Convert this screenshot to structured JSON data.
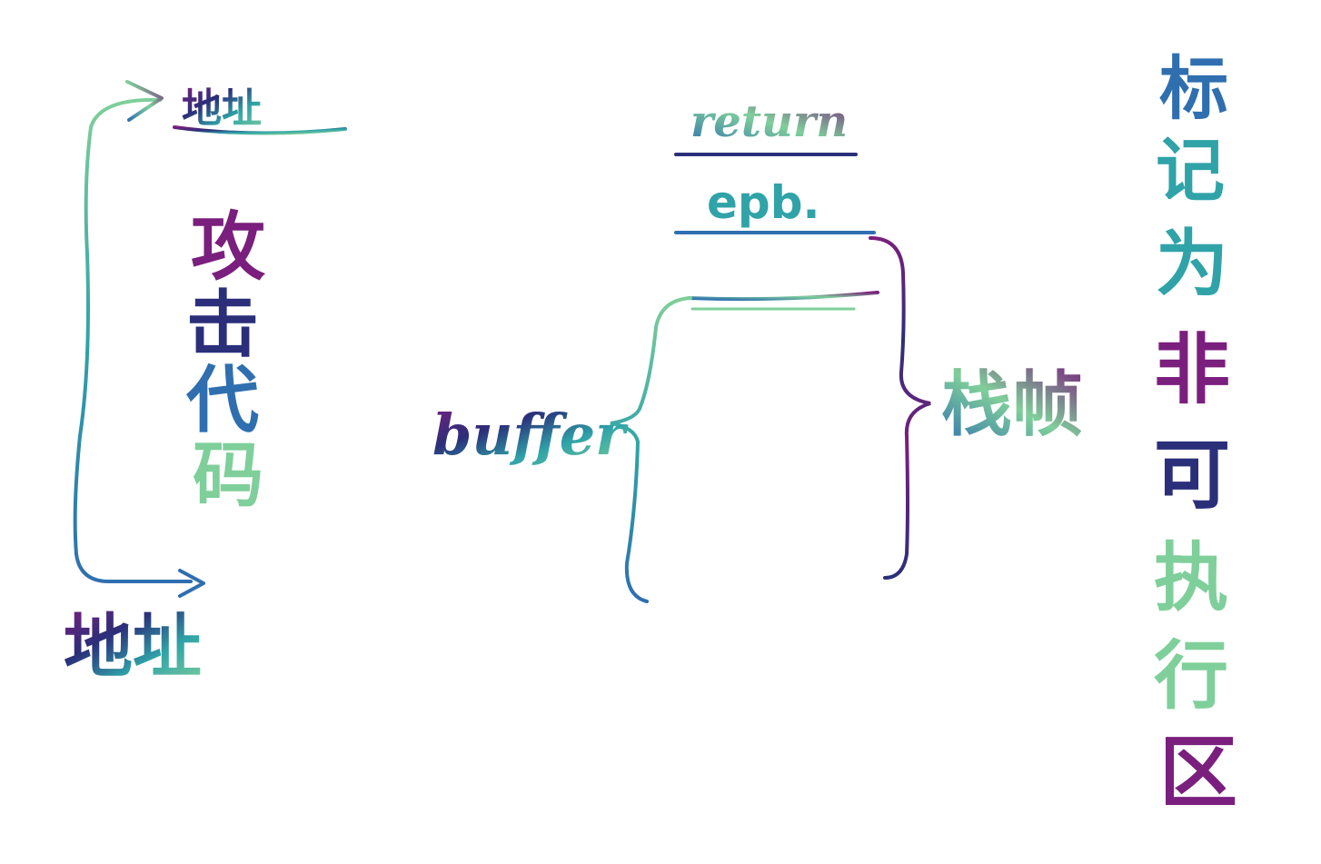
{
  "left_box": {
    "top_cell": "地址",
    "body_text": [
      "攻",
      "击",
      "代",
      "码"
    ],
    "bottom_label": "地址"
  },
  "middle_stack": {
    "return_label": "return",
    "ebp_label": "epb.",
    "buffer_label": "buffer",
    "frame_label": "栈帧"
  },
  "right_text": [
    "标",
    "记",
    "为",
    "非",
    "可",
    "执",
    "行",
    "区"
  ],
  "colors": {
    "purple": "#7a1f7d",
    "navy": "#2b2f7a",
    "blue": "#2f6fb0",
    "teal": "#2fa3a8",
    "green": "#7fcf9a"
  }
}
